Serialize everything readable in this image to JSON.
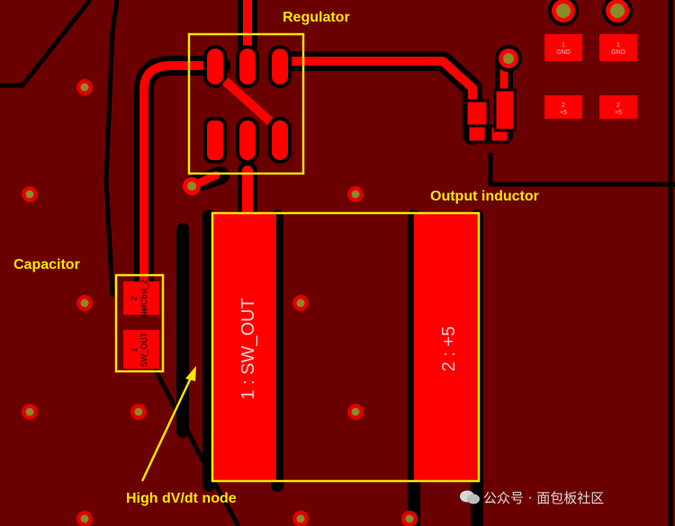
{
  "labels": {
    "regulator": "Regulator",
    "output_inductor": "Output inductor",
    "capacitor": "Capacitor",
    "high_dvdt": "High dV/dt node"
  },
  "pads": {
    "inductor_pin1": "1 : SW_OUT",
    "inductor_pin2": "2 : +5",
    "cap_pin2_num": "2",
    "cap_pin2_net": "NetCbsl_2",
    "cap_pin1_num": "1",
    "cap_pin1_net": "SW_OUT",
    "conn_gnd_a_num": "1",
    "conn_gnd_a_net": "GND",
    "conn_gnd_b_num": "1",
    "conn_gnd_b_net": "GND",
    "conn_5a_num": "2",
    "conn_5a_net": "+5",
    "conn_5b_num": "2",
    "conn_5b_net": "+5"
  },
  "watermark": "公众号 · 面包板社区",
  "colors": {
    "board": "#6b0000",
    "copper": "#ff0000",
    "clearance": "#000000",
    "via_ring": "#e00000",
    "via_hole": "#8a8a2a",
    "highlight": "#ffe400"
  }
}
